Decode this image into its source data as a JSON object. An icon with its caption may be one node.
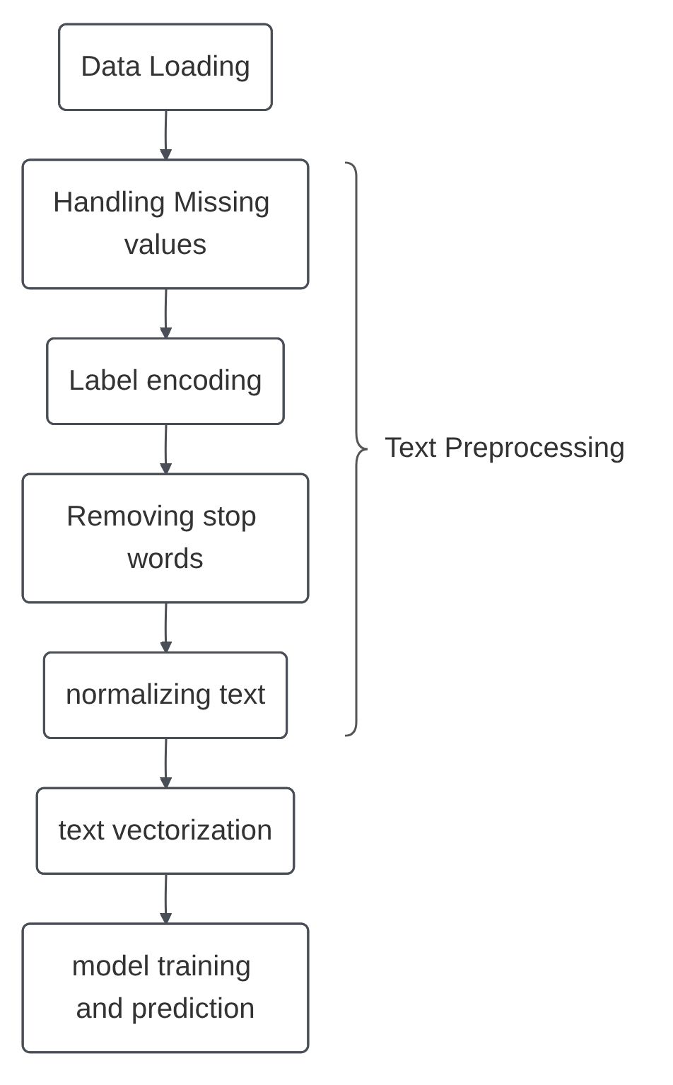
{
  "diagram": {
    "nodes": [
      {
        "text": [
          "Data Loading"
        ]
      },
      {
        "text": [
          "Handling Missing values"
        ]
      },
      {
        "text": [
          "Label encoding"
        ]
      },
      {
        "text": [
          "Removing stop words"
        ]
      },
      {
        "text": [
          "normalizing text"
        ]
      },
      {
        "text": [
          "text vectorization"
        ]
      },
      {
        "text": [
          "model training and prediction"
        ]
      }
    ],
    "edges": [
      {
        "from": 0,
        "to": 1,
        "arrow": "to"
      },
      {
        "from": 1,
        "to": 2,
        "arrow": "to"
      },
      {
        "from": 2,
        "to": 3,
        "arrow": "to"
      },
      {
        "from": 3,
        "to": 4,
        "arrow": "to"
      },
      {
        "from": 4,
        "to": 5,
        "arrow": "to"
      },
      {
        "from": 5,
        "to": 6,
        "arrow": "to"
      }
    ],
    "labels": [
      "Text Preprocessing"
    ]
  }
}
